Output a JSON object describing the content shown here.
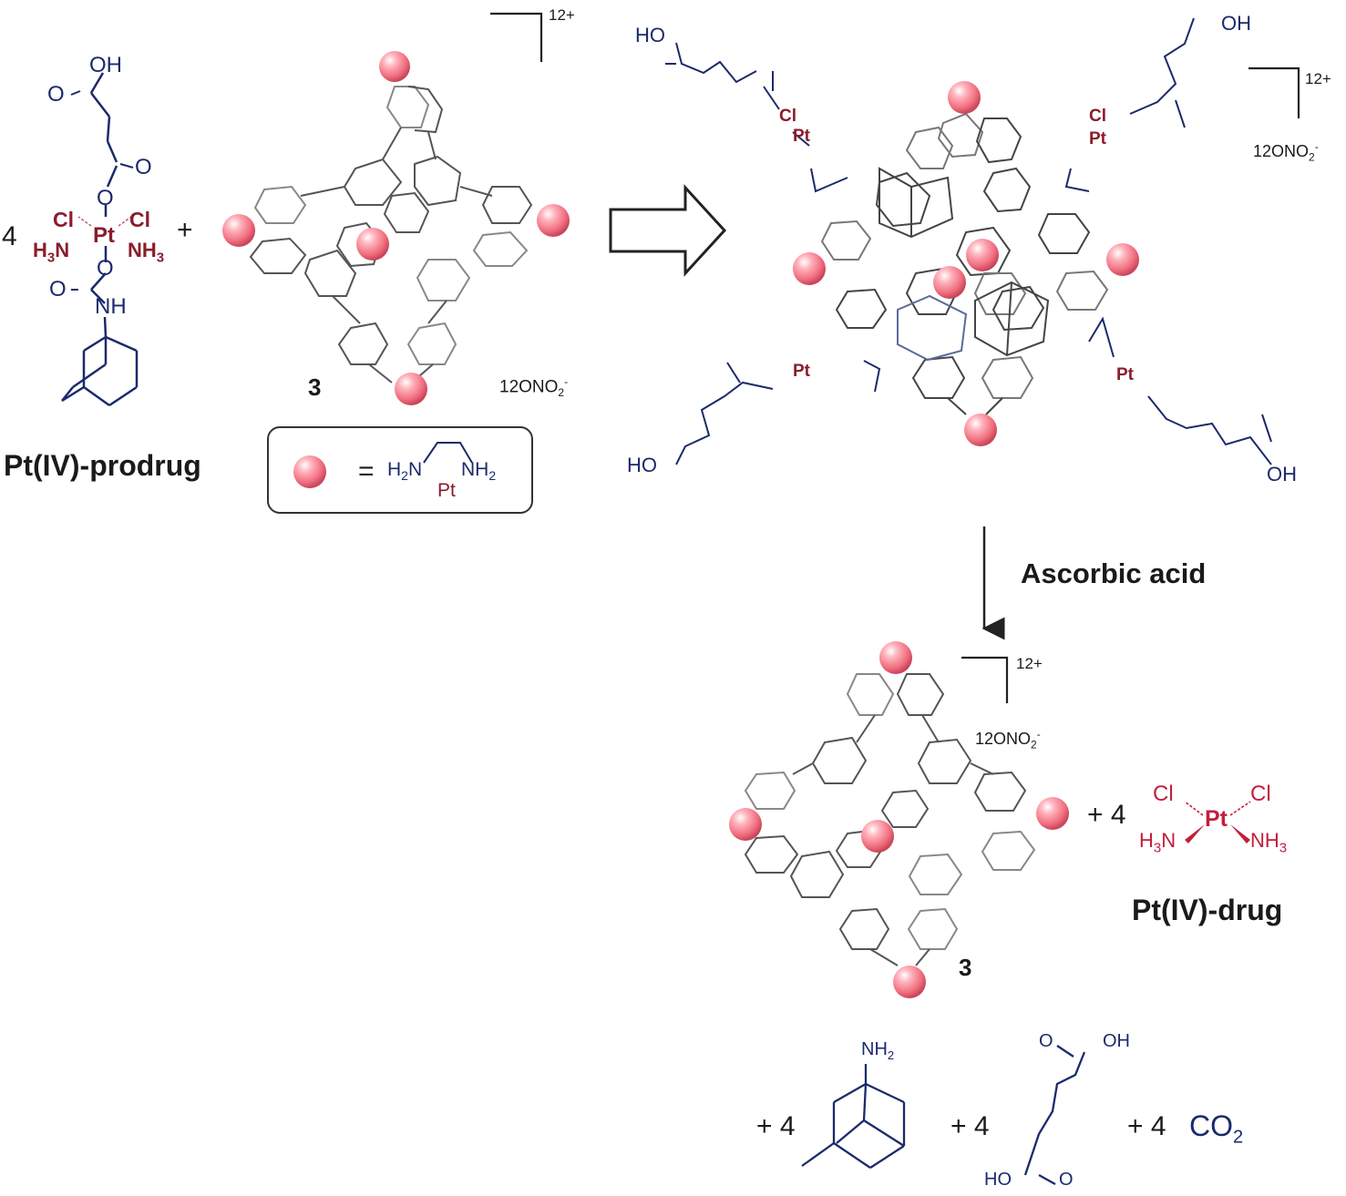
{
  "prodrug": {
    "coef": "4",
    "oh": "OH",
    "o1": "O",
    "o2": "O",
    "o3": "O",
    "o4": "O",
    "o5": "O",
    "cl_left": "Cl",
    "cl_right": "Cl",
    "pt": "Pt",
    "h3n": "H3N",
    "nh3": "NH3",
    "nh": "NH",
    "label": "Pt(IV)-prodrug"
  },
  "plus1": "+",
  "cage_left": {
    "charge": "12+",
    "counterion": "12ONO2-",
    "label": "3"
  },
  "legend": {
    "eq": "=",
    "h2n": "H2N",
    "nh2": "NH2",
    "pt": "Pt"
  },
  "complex": {
    "charge": "12+",
    "counterion": "12ONO2-",
    "ho_tl": "HO",
    "oh_tr": "OH",
    "ho_bl": "HO",
    "oh_br": "OH"
  },
  "reaction": {
    "reagent": "Ascorbic acid"
  },
  "products": {
    "cage_charge": "12+",
    "cage_counterion": "12ONO2-",
    "cage_label": "3",
    "plus_coef_drug": "+ 4",
    "drug_cl_left": "Cl",
    "drug_cl_right": "Cl",
    "drug_pt": "Pt",
    "drug_h3n": "H3N",
    "drug_nh3": "NH3",
    "drug_label": "Pt(IV)-drug",
    "plus_amine": "+ 4",
    "amine_nh2": "NH2",
    "plus_acid": "+ 4",
    "acid_oh": "OH",
    "acid_ho": "HO",
    "acid_o_top": "O",
    "acid_o_bottom": "O",
    "plus_co2": "+ 4",
    "co2": "CO2"
  },
  "colors": {
    "navy": "#1b2a6b",
    "pt_red": "#8b1c2c",
    "drug_red": "#c41d3c",
    "sphere": "#f06d7e"
  }
}
